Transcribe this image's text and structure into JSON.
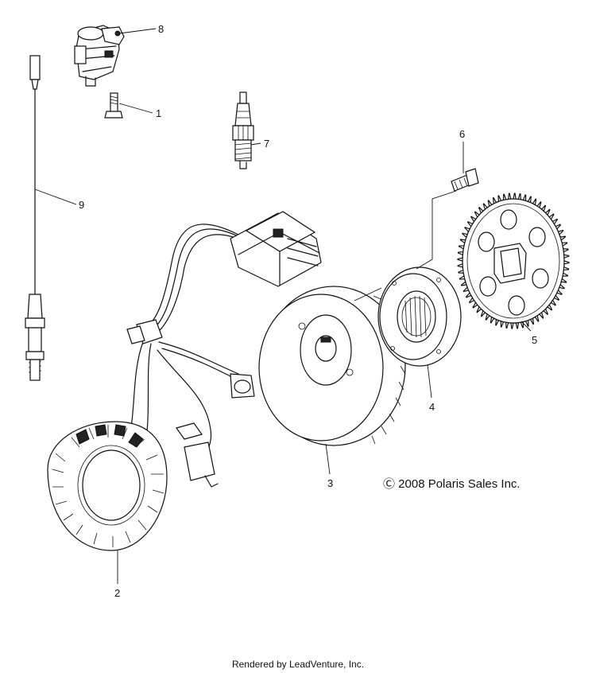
{
  "copyright": "Ⓒ 2008 Polaris Sales Inc.",
  "footer": "Rendered by LeadVenture, Inc.",
  "callouts": [
    {
      "id": "1",
      "label": "1"
    },
    {
      "id": "2",
      "label": "2"
    },
    {
      "id": "3",
      "label": "3"
    },
    {
      "id": "4",
      "label": "4"
    },
    {
      "id": "5",
      "label": "5"
    },
    {
      "id": "6",
      "label": "6"
    },
    {
      "id": "7",
      "label": "7"
    },
    {
      "id": "8",
      "label": "8"
    },
    {
      "id": "9",
      "label": "9"
    }
  ]
}
